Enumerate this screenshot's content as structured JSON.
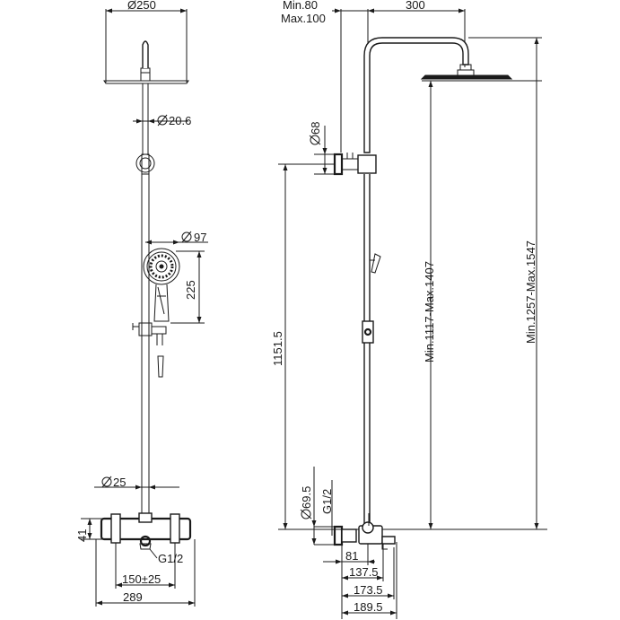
{
  "front_view": {
    "head_diameter": "Ø250",
    "arm_diameter": "20.6",
    "handshower_diameter": "97",
    "handshower_height": "225",
    "riser_diameter": "25",
    "mixer_height": "41",
    "inlet_thread": "G1/2",
    "inlet_spacing": "150±25",
    "mixer_width": "289"
  },
  "side_view": {
    "wall_offset_min": "Min.80",
    "wall_offset_max": "Max.100",
    "arm_projection": "300",
    "bracket_diameter": "68",
    "bracket_height": "1151.5",
    "head_height_range": "Min.1117-Max.1407",
    "total_height_range": "Min.1257-Max.1547",
    "escutcheon_diameter": "69.5",
    "inlet_thread": "G1/2",
    "depth_1": "81",
    "depth_2": "137.5",
    "depth_3": "173.5",
    "depth_4": "189.5"
  },
  "colors": {
    "line": "#1a1a1a",
    "background": "#ffffff"
  }
}
